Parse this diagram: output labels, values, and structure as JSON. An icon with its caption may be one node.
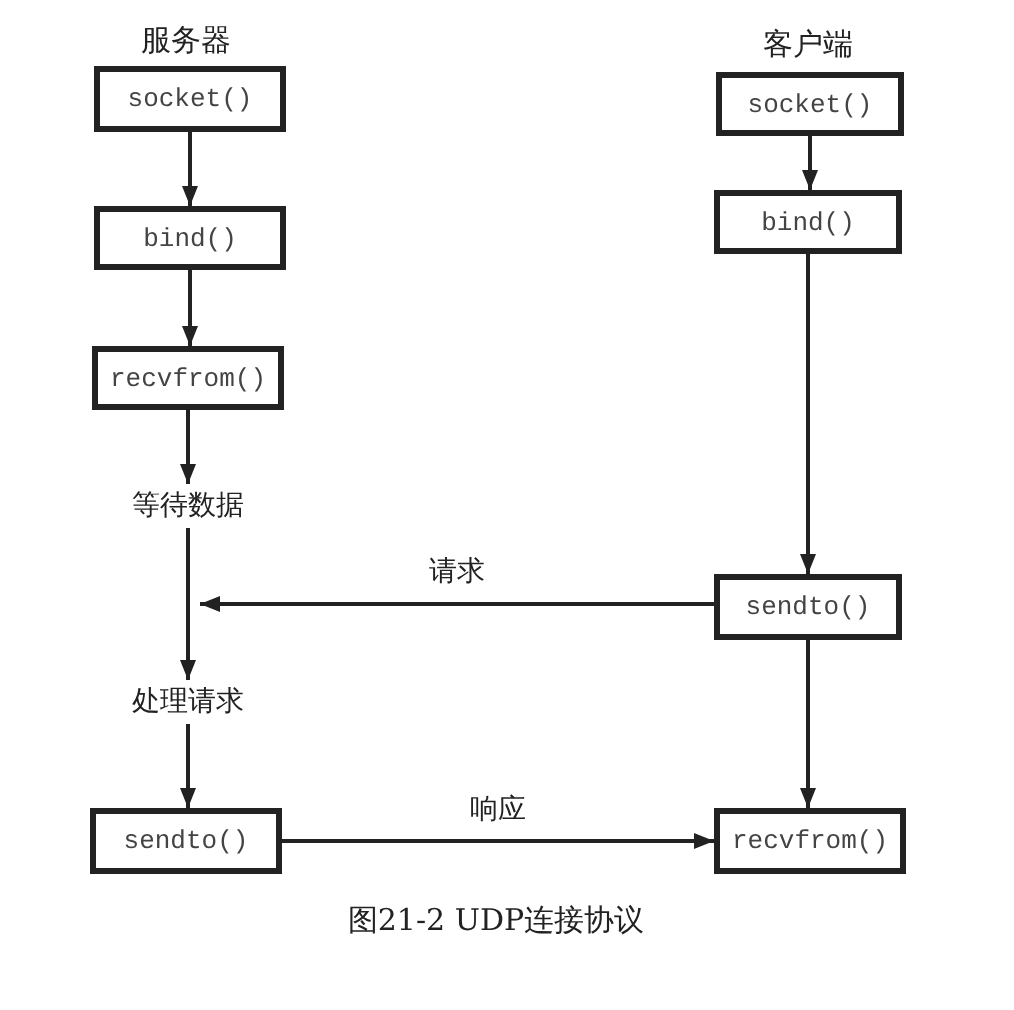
{
  "diagram": {
    "caption": "图21-2 UDP连接协议",
    "nodes": [
      {
        "text": [
          "socket()"
        ]
      },
      {
        "text": [
          "bind()"
        ]
      },
      {
        "text": [
          "recvfrom()"
        ]
      },
      {
        "text": [
          "等待数据"
        ]
      },
      {
        "text": [
          "处理请求"
        ]
      },
      {
        "text": [
          "sendto()"
        ]
      },
      {
        "text": [
          "socket()"
        ]
      },
      {
        "text": [
          "bind()"
        ]
      },
      {
        "text": [
          "sendto()"
        ]
      },
      {
        "text": [
          "recvfrom()"
        ]
      }
    ],
    "edges": [
      {
        "from": 0,
        "to": 1,
        "arrow": "to"
      },
      {
        "from": 1,
        "to": 2,
        "arrow": "to"
      },
      {
        "from": 2,
        "to": 3,
        "arrow": "to"
      },
      {
        "from": 3,
        "to": 4,
        "arrow": "to"
      },
      {
        "from": 4,
        "to": 5,
        "arrow": "to"
      },
      {
        "from": 6,
        "to": 7,
        "arrow": "to"
      },
      {
        "from": 7,
        "to": 8,
        "arrow": "to"
      },
      {
        "from": 8,
        "to": null,
        "label": "请求",
        "arrow": "to"
      },
      {
        "from": 8,
        "to": 9,
        "arrow": "to"
      },
      {
        "from": 5,
        "to": 9,
        "label": "响应",
        "arrow": "to"
      }
    ],
    "labels": [
      "服务器",
      "客户端"
    ]
  }
}
